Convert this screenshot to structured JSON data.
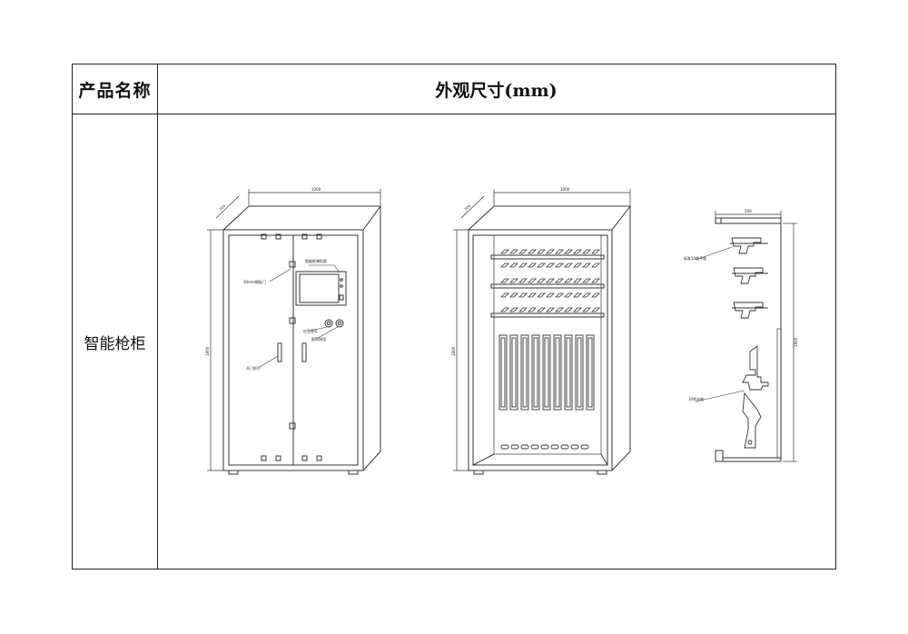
{
  "table": {
    "header_product_name": "产品名称",
    "header_dimensions": "外观尺寸(mm)",
    "product_name": "智能枪柜"
  },
  "drawings": {
    "front": {
      "width_label": "1000",
      "depth_label": "500",
      "height_label": "1800",
      "screen_label": "智能枪弹柜屏",
      "hinge_label": "30mm钢板门",
      "emergency_label": "应急锁孔",
      "alarm_label": "报警按钮",
      "handle_label": "开门把手"
    },
    "inside": {
      "width_label": "1000",
      "depth_label": "500",
      "height_label": "1800"
    },
    "side": {
      "depth_label": "500",
      "height_label": "1800",
      "pistol_label": "标准10枪手枪",
      "rifle_label": "10把长枪"
    }
  }
}
